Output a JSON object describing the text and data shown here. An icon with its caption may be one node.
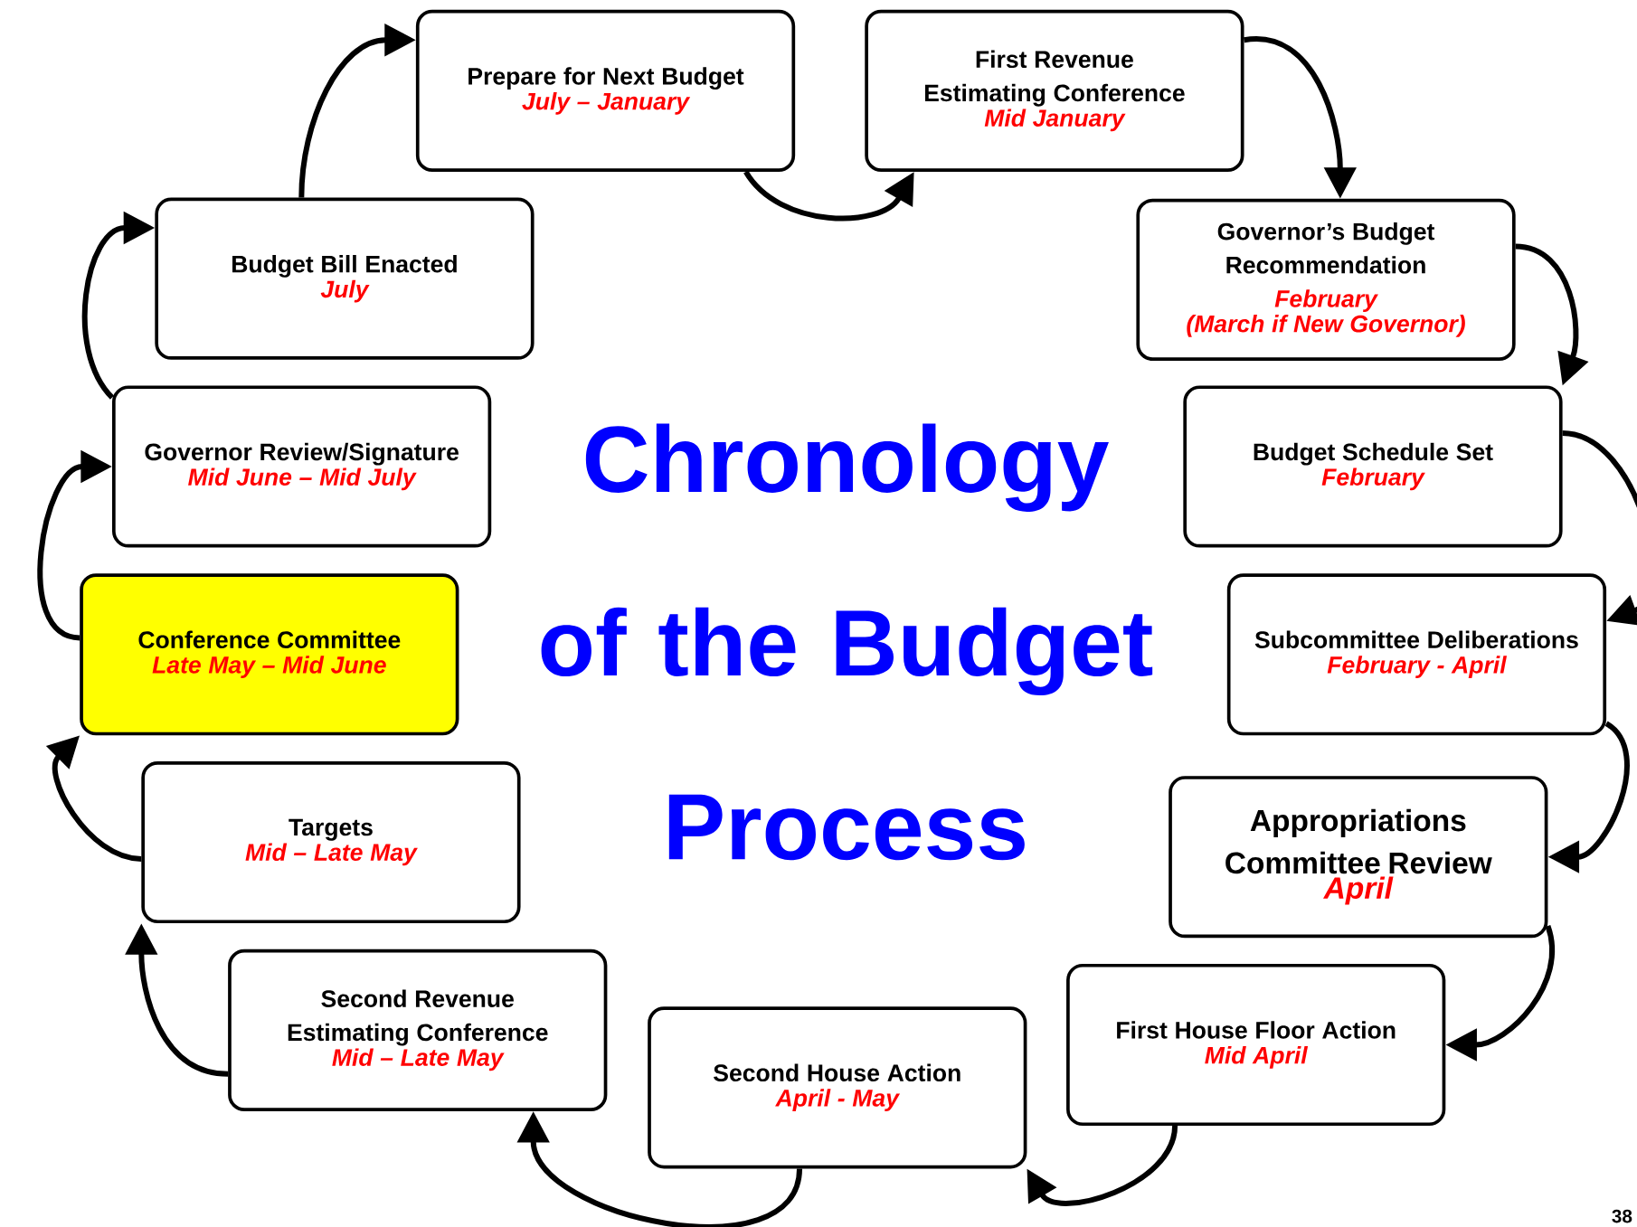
{
  "diagram": {
    "title": "Chronology of the Budget Process",
    "nodes": [
      {
        "text": [
          "First Revenue Estimating Conference",
          "Mid January"
        ]
      },
      {
        "text": [
          "Governor’s Budget Recommendation",
          "February",
          "(March if New Governor)"
        ]
      },
      {
        "text": [
          "Budget Schedule Set",
          "February"
        ]
      },
      {
        "text": [
          "Subcommittee Deliberations",
          "February - April"
        ]
      },
      {
        "text": [
          "Appropriations Committee Review",
          "April"
        ]
      },
      {
        "text": [
          "First House Floor Action",
          "Mid April"
        ]
      },
      {
        "text": [
          "Second House Action",
          "April - May"
        ]
      },
      {
        "text": [
          "Second Revenue Estimating Conference",
          "Mid – Late May"
        ]
      },
      {
        "text": [
          "Targets",
          "Mid – Late May"
        ]
      },
      {
        "text": [
          "Conference Committee",
          "Late May – Mid June"
        ]
      },
      {
        "text": [
          "Governor Review/Signature",
          "Mid June – Mid July"
        ]
      },
      {
        "text": [
          "Budget Bill Enacted",
          "July"
        ]
      },
      {
        "text": [
          "Prepare for Next Budget",
          "July – January"
        ]
      }
    ],
    "edges": [
      {
        "from": 0,
        "to": 1,
        "arrow": "to"
      },
      {
        "from": 1,
        "to": 2,
        "arrow": "to"
      },
      {
        "from": 2,
        "to": 3,
        "arrow": "to"
      },
      {
        "from": 3,
        "to": 4,
        "arrow": "to"
      },
      {
        "from": 4,
        "to": 5,
        "arrow": "to"
      },
      {
        "from": 5,
        "to": 6,
        "arrow": "to"
      },
      {
        "from": 6,
        "to": 7,
        "arrow": "to"
      },
      {
        "from": 7,
        "to": 8,
        "arrow": "to"
      },
      {
        "from": 8,
        "to": 9,
        "arrow": "to"
      },
      {
        "from": 9,
        "to": 10,
        "arrow": "to"
      },
      {
        "from": 10,
        "to": 11,
        "arrow": "to"
      },
      {
        "from": 11,
        "to": 12,
        "arrow": "to"
      },
      {
        "from": 12,
        "to": 0,
        "arrow": "to"
      }
    ],
    "labels": [
      "38"
    ]
  }
}
